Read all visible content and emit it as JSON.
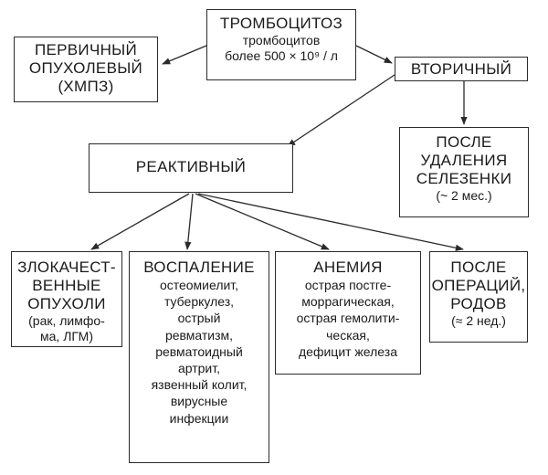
{
  "diagram": {
    "root": {
      "title": "ТРОМБОЦИТОЗ",
      "line2": "тромбоцитов",
      "line3": "более 500 × 10⁹ / л"
    },
    "primary": {
      "line1": "ПЕРВИЧНЫЙ",
      "line2": "ОПУХОЛЕВЫЙ",
      "line3": "(ХМПЗ)"
    },
    "secondary": {
      "label": "ВТОРИЧНЫЙ"
    },
    "after_splenectomy": {
      "line1": "ПОСЛЕ",
      "line2": "УДАЛЕНИЯ",
      "line3": "СЕЛЕЗЕНКИ",
      "line4": "(~ 2 мес.)"
    },
    "reactive": {
      "label": "РЕАКТИВНЫЙ"
    },
    "malignant": {
      "line1": "ЗЛОКАЧЕСТ-",
      "line2": "ВЕННЫЕ",
      "line3": "ОПУХОЛИ",
      "line4": "(рак, лимфо-",
      "line5": "ма, ЛГМ)"
    },
    "inflammation": {
      "title": "ВОСПАЛЕНИЕ",
      "items": [
        "остеомиелит,",
        "туберкулез,",
        "острый",
        "ревматизм,",
        "ревматоидный",
        "артрит,",
        "язвенный колит,",
        "вирусные",
        "инфекции"
      ]
    },
    "anemia": {
      "title": "АНЕМИЯ",
      "items": [
        "острая постге-",
        "моррагическая,",
        "острая гемолити-",
        "ческая,",
        "дефицит железа"
      ]
    },
    "after_surgery": {
      "line1": "ПОСЛЕ",
      "line2": "ОПЕРАЦИЙ,",
      "line3": "РОДОВ",
      "line4": "(≈ 2 нед.)"
    }
  }
}
